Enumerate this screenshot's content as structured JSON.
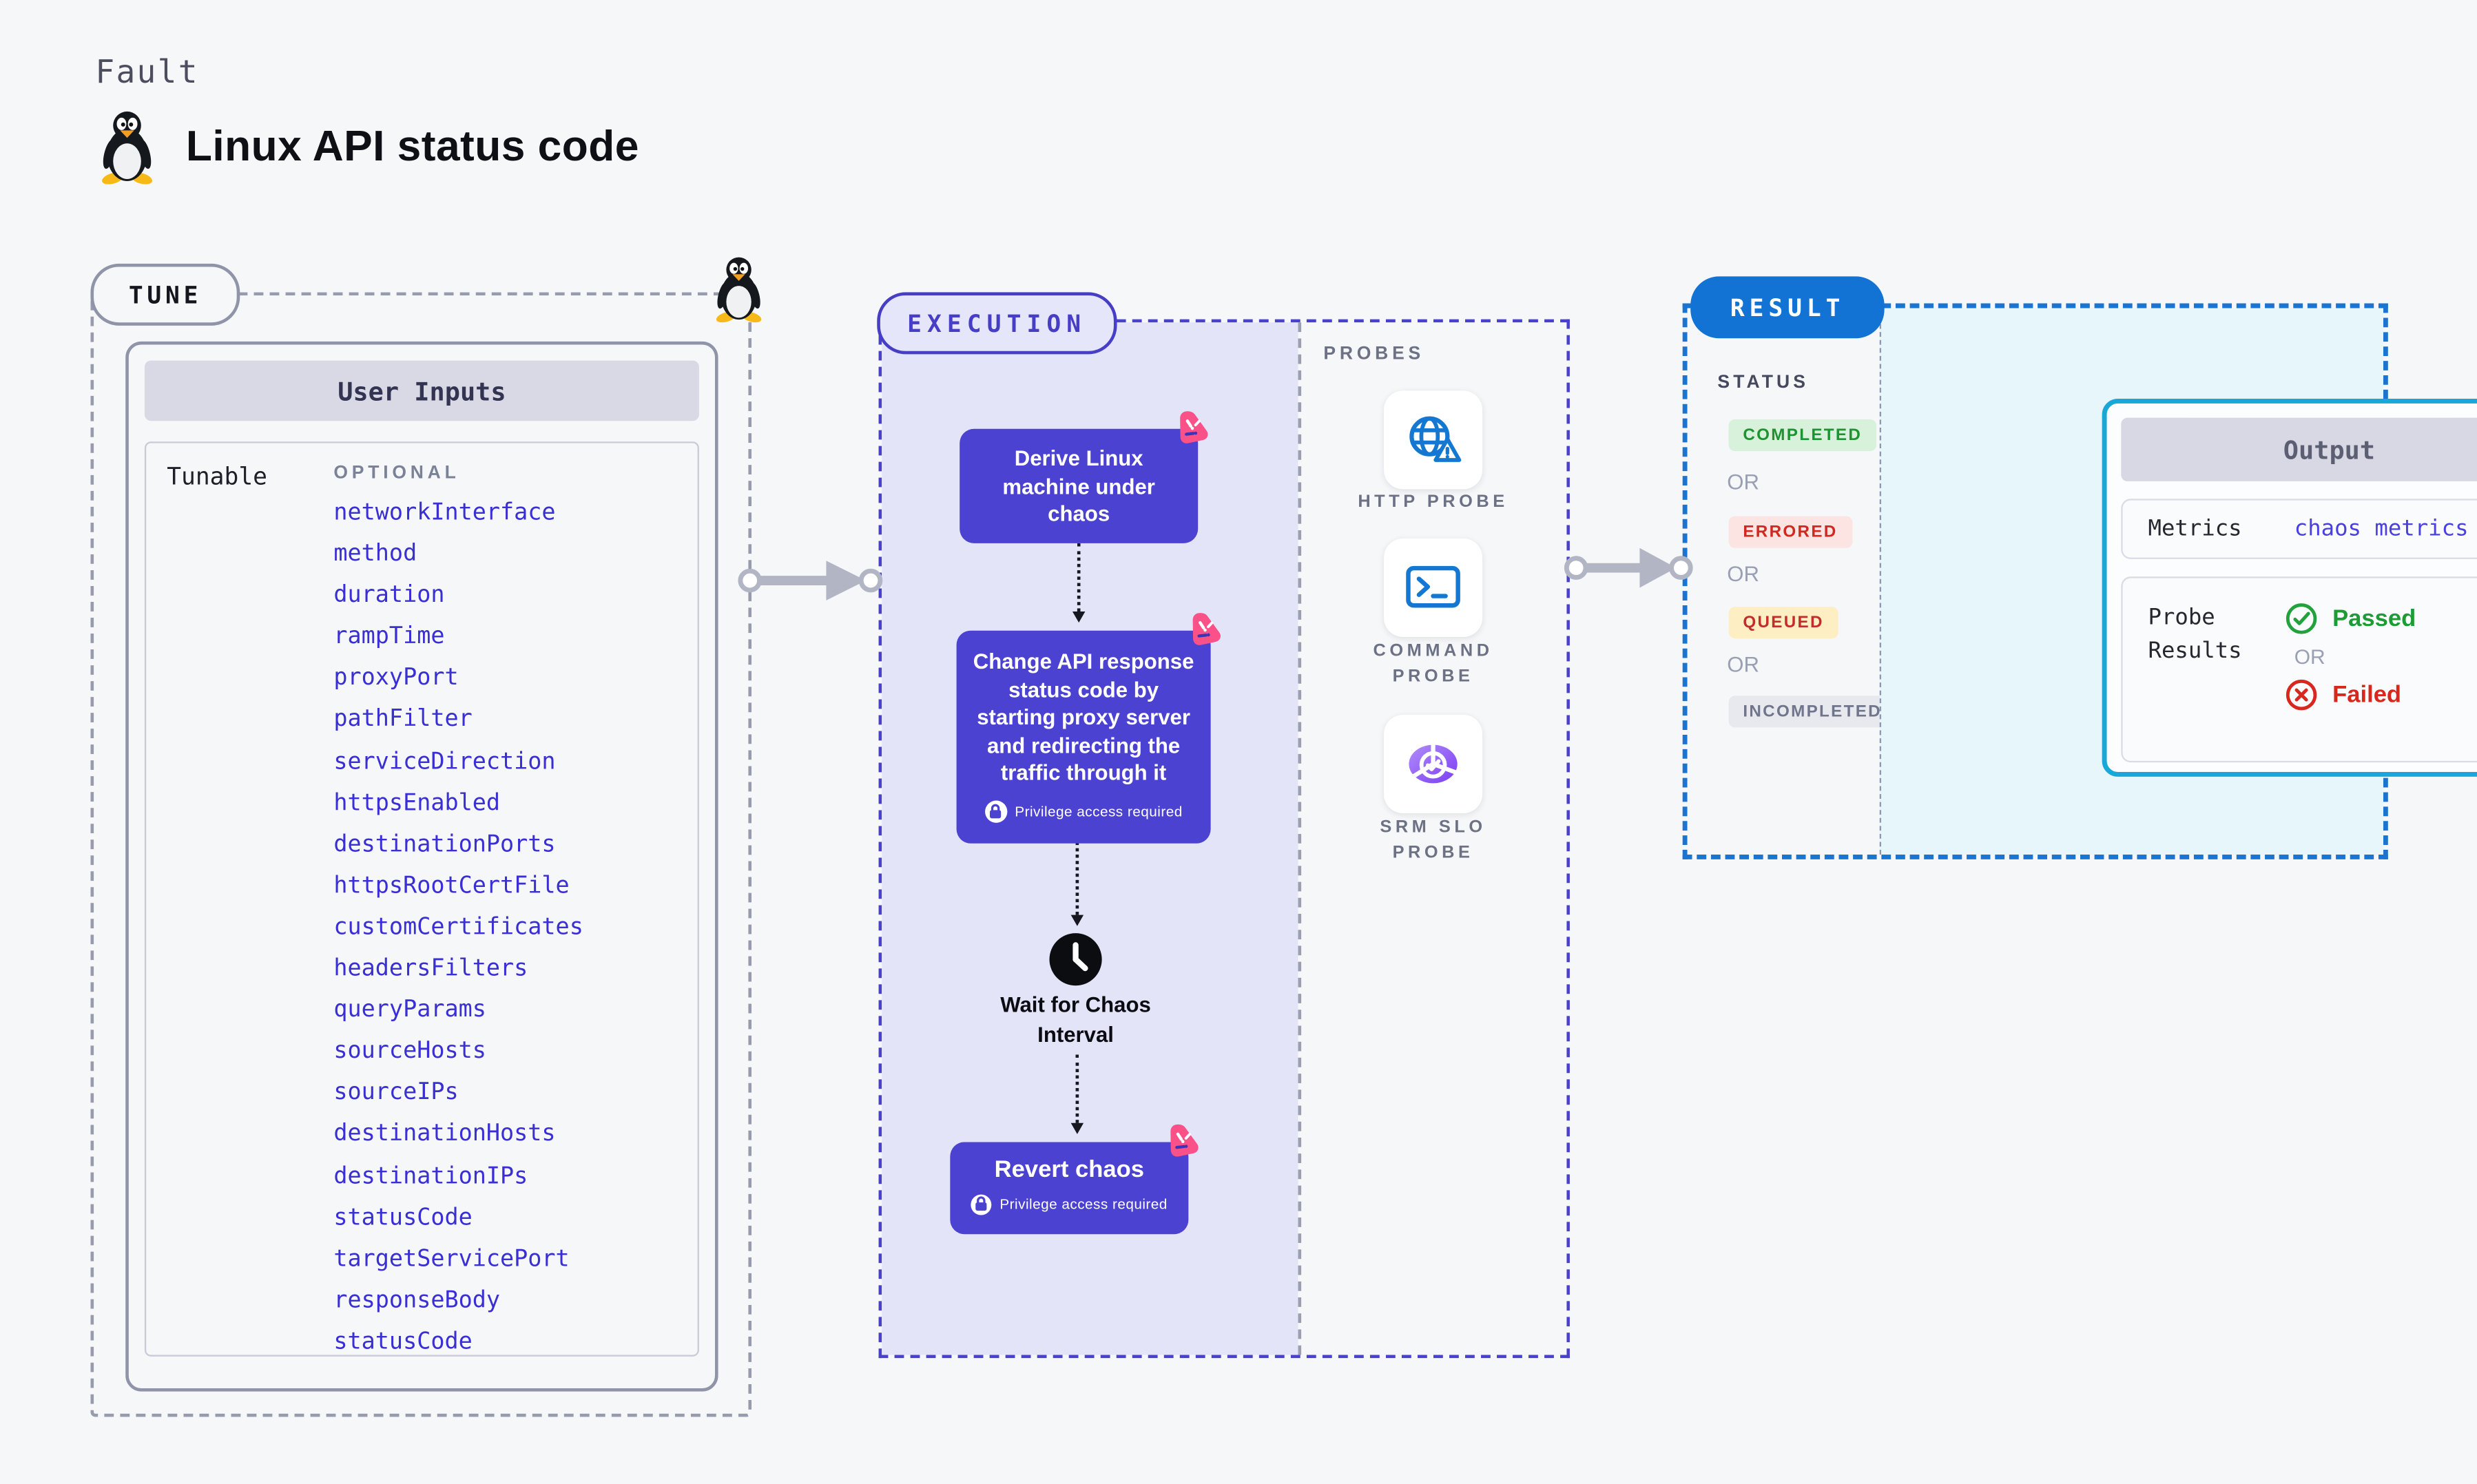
{
  "page": {
    "kicker": "Fault",
    "title": "Linux API status code"
  },
  "tune": {
    "badge": "TUNE",
    "panel_title": "User Inputs",
    "row_label": "Tunable",
    "column_header": "OPTIONAL",
    "items": [
      "networkInterface",
      "method",
      "duration",
      "rampTime",
      "proxyPort",
      "pathFilter",
      "serviceDirection",
      "httpsEnabled",
      "destinationPorts",
      "httpsRootCertFile",
      "customCertificates",
      "headersFilters",
      "queryParams",
      "sourceHosts",
      "sourceIPs",
      "destinationHosts",
      "destinationIPs",
      "statusCode",
      "targetServicePort",
      "responseBody",
      "statusCode"
    ]
  },
  "execution": {
    "badge": "EXECUTION",
    "steps": {
      "derive": "Derive Linux machine under chaos",
      "inject": "Change API response status code by starting proxy server and redirecting the traffic through it",
      "wait": "Wait for Chaos Interval",
      "revert": "Revert chaos"
    },
    "privilege_label": "Privilege access required"
  },
  "probes": {
    "header": "PROBES",
    "items": [
      {
        "label": "HTTP PROBE",
        "icon": "globe-alert-icon"
      },
      {
        "label": "COMMAND PROBE",
        "icon": "terminal-icon"
      },
      {
        "label": "SRM SLO PROBE",
        "icon": "slo-pie-icon"
      }
    ]
  },
  "result": {
    "badge": "RESULT",
    "status_header": "STATUS",
    "or_label": "OR",
    "statuses": [
      {
        "label": "COMPLETED",
        "type": "success"
      },
      {
        "label": "ERRORED",
        "type": "error"
      },
      {
        "label": "QUEUED",
        "type": "warning"
      },
      {
        "label": "INCOMPLETED",
        "type": "muted"
      }
    ],
    "output": {
      "title": "Output",
      "metrics_label": "Metrics",
      "metrics_value": "chaos metrics",
      "probe_results_label": "Probe Results",
      "passed_label": "Passed",
      "failed_label": "Failed"
    }
  },
  "colors": {
    "page_bg": "#f6f7f9",
    "node_indigo": "#4b42d2",
    "execution_accent": "#473ec6",
    "execution_fill": "#e4e4f9",
    "result_accent": "#1273d4",
    "output_border": "#19a7d8",
    "output_fill": "#e7f6fb",
    "link_blue": "#3a2fd3",
    "chaos_pink": "#fa5189",
    "passed_green": "#1d9b34",
    "failed_red": "#d8281e",
    "queued_yellow": "#fdeec4",
    "arrow_gray": "#b2b6c4"
  }
}
